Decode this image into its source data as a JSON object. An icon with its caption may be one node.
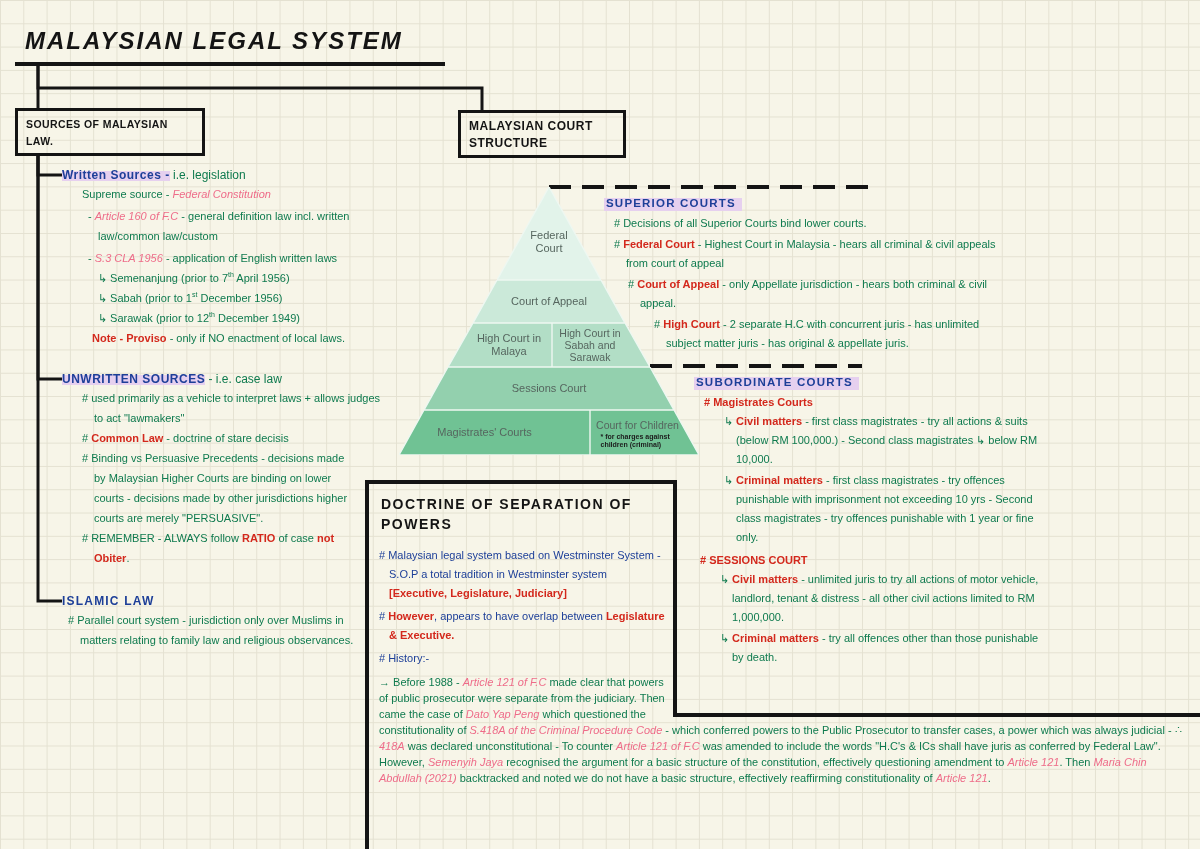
{
  "diagram": {
    "nodes": [
      {
        "text": [
          "MALAYSIAN LEGAL SYSTEM"
        ]
      },
      {
        "text": [
          "SOURCES OF MALAYSIAN LAW."
        ]
      },
      {
        "text": [
          "MALAYSIAN COURT STRUCTURE"
        ]
      },
      {
        "text": [
          "**Written Sources -** i.e. legislation"
        ]
      },
      {
        "text": [
          "**UNWRITTEN SOURCES** - i.e. case law"
        ]
      },
      {
        "text": [
          "ISLAMIC LAW"
        ]
      },
      {
        "text": [
          "Federal Court"
        ]
      },
      {
        "text": [
          "Court of Appeal"
        ]
      },
      {
        "text": [
          "High Court in Malaya"
        ]
      },
      {
        "text": [
          "High Court in Sabah and Sarawak"
        ]
      },
      {
        "text": [
          "Sessions Court"
        ]
      },
      {
        "text": [
          "Magistrates' Courts"
        ]
      },
      {
        "text": [
          "Court for Children",
          "* for charges against children (criminal)"
        ]
      },
      {
        "text": [
          "DOCTRINE OF SEPARATION OF POWERS",
          "# Malaysian legal system based on Westminster System - S.O.P a total tradition in Westminster system **[Executive, Legislature, Judiciary]**",
          "# **However**, appears to have overlap between **Legislature & Executive.**",
          "# History:-",
          "→ Before 1988 - *Article 121 of F.C* made clear that powers of public prosecutor were separate from the judiciary. Then came the case of *Dato Yap Peng* which questioned the constitutionality of *S.418A of the Criminal Procedure Code* - which conferred powers to the Public Prosecutor to transfer cases, a power which was always judicial - ∴ *418A* was declared unconstitutional - To counter *Article 121 of F.C* was amended to include the words \"H.C's & ICs shall have juris as conferred by Federal Law\". However, *Semenyih Jaya* recognised the argument for a basic structure of the constitution, effectively questioning amendment to *Article 121*. Then *Maria Chin Abdullah (2021)* backtracked and noted we do not have a basic structure, effectively reaffirming constitutionality of *Article 121*."
        ]
      }
    ],
    "edges": [
      {
        "from": 0,
        "to": 1,
        "arrow": "none"
      },
      {
        "from": 0,
        "to": 2,
        "arrow": "none"
      },
      {
        "from": 1,
        "to": 3,
        "arrow": "none"
      },
      {
        "from": 1,
        "to": 4,
        "arrow": "none"
      },
      {
        "from": 1,
        "to": 5,
        "arrow": "none"
      }
    ],
    "labels": [
      "Supreme source - *Federal Constitution*",
      "- *Article 160 of F.C* - general definition law incl. written law/common law/custom",
      "- *S.3 CLA 1956* - application of English written laws",
      "↳ Semenanjung (prior to 7$^{th}$ April 1956)",
      "↳ Sabah (prior to 1$^{st}$ December 1956)",
      "↳ Sarawak (prior to 12$^{th}$ December 1949)",
      "**Note - Proviso** - only if NO enactment of local laws.",
      "# used primarily as a vehicle to interpret laws + allows judges to act \"lawmakers\"",
      "# **Common Law** - doctrine of stare decisis",
      "# Binding vs Persuasive Precedents - decisions made by Malaysian Higher Courts are binding on lower courts - decisions made by other jurisdictions higher courts are merely \"PERSUASIVE\".",
      "# REMEMBER - ALWAYS follow **RATIO** of case **not Obiter**.",
      "# Parallel court system - jurisdiction only over Muslims in matters relating to family law and religious observances.",
      "SUPERIOR COURTS",
      "# Decisions of all Superior Courts bind lower courts.",
      "# **Federal Court** - Highest Court in Malaysia - hears all criminal & civil appeals from court of appeal",
      "# **Court of Appeal** - only Appellate jurisdiction - hears both criminal & civil appeal.",
      "# **High Court** - 2 separate H.C with concurrent juris - has unlimited subject matter juris - has original & appellate juris.",
      "SUBORDINATE COURTS",
      "# Magistrates Courts",
      "↳ **Civil matters** - first class magistrates - try all actions & suits (below RM 100,000.) - Second class magistrates ↳ below RM 10,000.",
      "↳ **Criminal matters** - first class magistrates - try offences punishable with imprisonment not exceeding 10 yrs - Second class magistrates - try offences punishable with 1 year or fine only.",
      "# SESSIONS COURT",
      "↳ **Civil matters** - unlimited juris to try all actions of motor vehicle, landlord, tenant & distress - all other civil actions limited to RM 1,000,000.",
      "↳ **Criminal matters** - try all offences other than those punishable by death."
    ]
  }
}
